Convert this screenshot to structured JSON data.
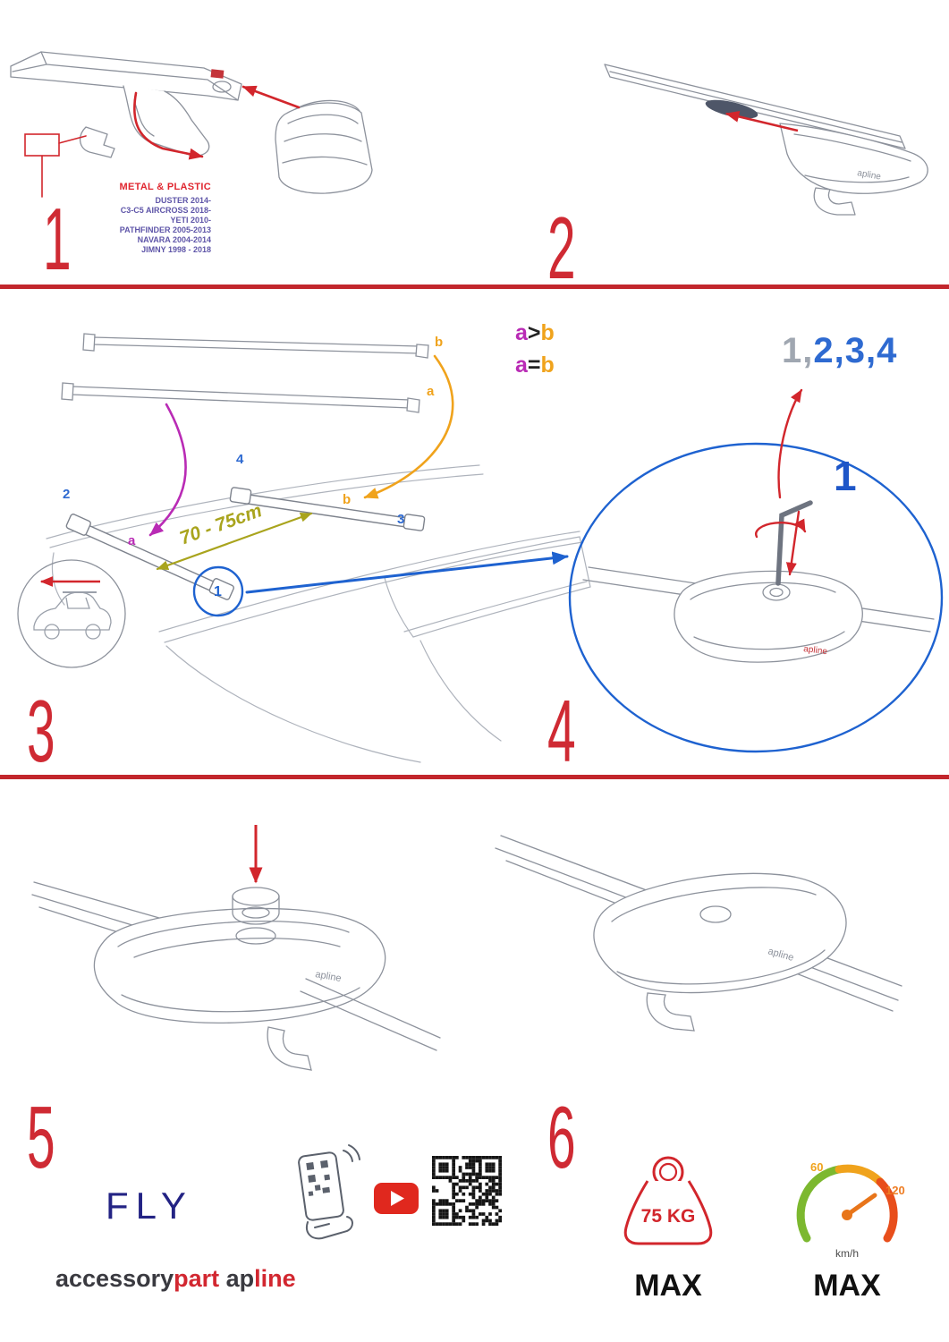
{
  "palette": {
    "accent_red": "#d2262c",
    "blue": "#1e62d0",
    "magenta": "#b92bb5",
    "orange": "#f0a31c",
    "olive": "#a9a41d",
    "navy": "#232384",
    "vehicle_text": "#5e55a8"
  },
  "brand_small": "apline",
  "step1": {
    "number": "1",
    "material": "METAL & PLASTIC",
    "vehicles": [
      "DUSTER 2014-",
      "C3-C5 AIRCROSS 2018-",
      "YETI 2010-",
      "PATHFINDER 2005-2013",
      "NAVARA 2004-2014",
      "JIMNY 1998 - 2018"
    ]
  },
  "step2": {
    "number": "2"
  },
  "step3": {
    "number": "3",
    "rule1": {
      "a": "a",
      "op": ">",
      "b": "b"
    },
    "rule2": {
      "a": "a",
      "op": "=",
      "b": "b"
    },
    "bar_label_b": "b",
    "bar_label_a": "a",
    "roof_label_a": "a",
    "roof_label_b": "b",
    "position_1": "1",
    "position_2": "2",
    "position_3": "3",
    "position_4": "4",
    "distance": "70 - 75cm"
  },
  "step4": {
    "number": "4",
    "sequence_gray": "1,",
    "sequence_blue": "2,3,4",
    "callout": "1"
  },
  "step5": {
    "number": "5"
  },
  "step6": {
    "number": "6"
  },
  "footer": {
    "fly": "FLY",
    "brand_accessory": "accessory",
    "brand_part": "part",
    "brand_ap": "ap",
    "brand_line": "line",
    "weight_value": "75 KG",
    "weight_max": "MAX",
    "speed_60": "60",
    "speed_120": "120",
    "speed_unit": "km/h",
    "speed_max": "MAX"
  }
}
